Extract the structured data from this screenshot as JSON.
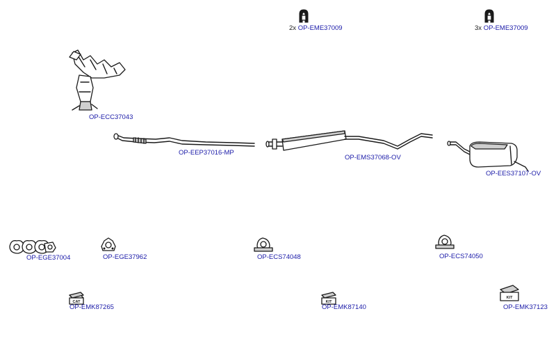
{
  "parts": {
    "hanger_1": {
      "qty": "2x",
      "code": "OP-EME37009"
    },
    "hanger_2": {
      "qty": "3x",
      "code": "OP-EME37009"
    },
    "catalytic_converter": {
      "code": "OP-ECC37043"
    },
    "front_pipe": {
      "code": "OP-EEP37016-MP"
    },
    "middle_silencer": {
      "code": "OP-EMS37068-OV"
    },
    "rear_silencer": {
      "code": "OP-EES37107-OV"
    },
    "gasket_set": {
      "code": "OP-EGE37004"
    },
    "gasket": {
      "code": "OP-EGE37962"
    },
    "clamp_1": {
      "code": "OP-ECS74048"
    },
    "clamp_2": {
      "code": "OP-ECS74050"
    },
    "kit_cat": {
      "code": "OP-EMK87265",
      "badge": "CAT"
    },
    "kit_kit_1": {
      "code": "OP-EMK87140",
      "badge": "KIT"
    },
    "kit_kit_2": {
      "code": "OP-EMK37123",
      "badge": "KIT"
    }
  },
  "colors": {
    "label": "#1a1aa8",
    "line": "#1a1a1a"
  }
}
